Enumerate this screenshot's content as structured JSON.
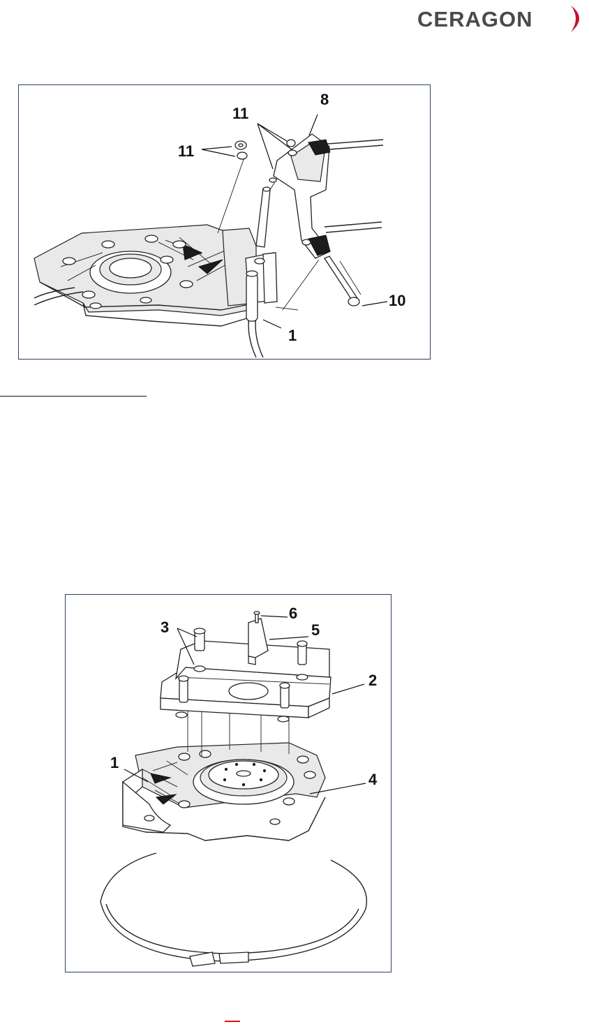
{
  "header": {
    "logo_text": "CERAGON",
    "brand_color": "#4a4a4a",
    "accent_color": "#c4122f"
  },
  "figure_top": {
    "callouts": {
      "c8": "8",
      "c11a": "11",
      "c11b": "11",
      "c10": "10",
      "c1": "1"
    }
  },
  "figure_bottom": {
    "callouts": {
      "c6": "6",
      "c3": "3",
      "c5": "5",
      "c2": "2",
      "c1": "1",
      "c4": "4"
    }
  }
}
